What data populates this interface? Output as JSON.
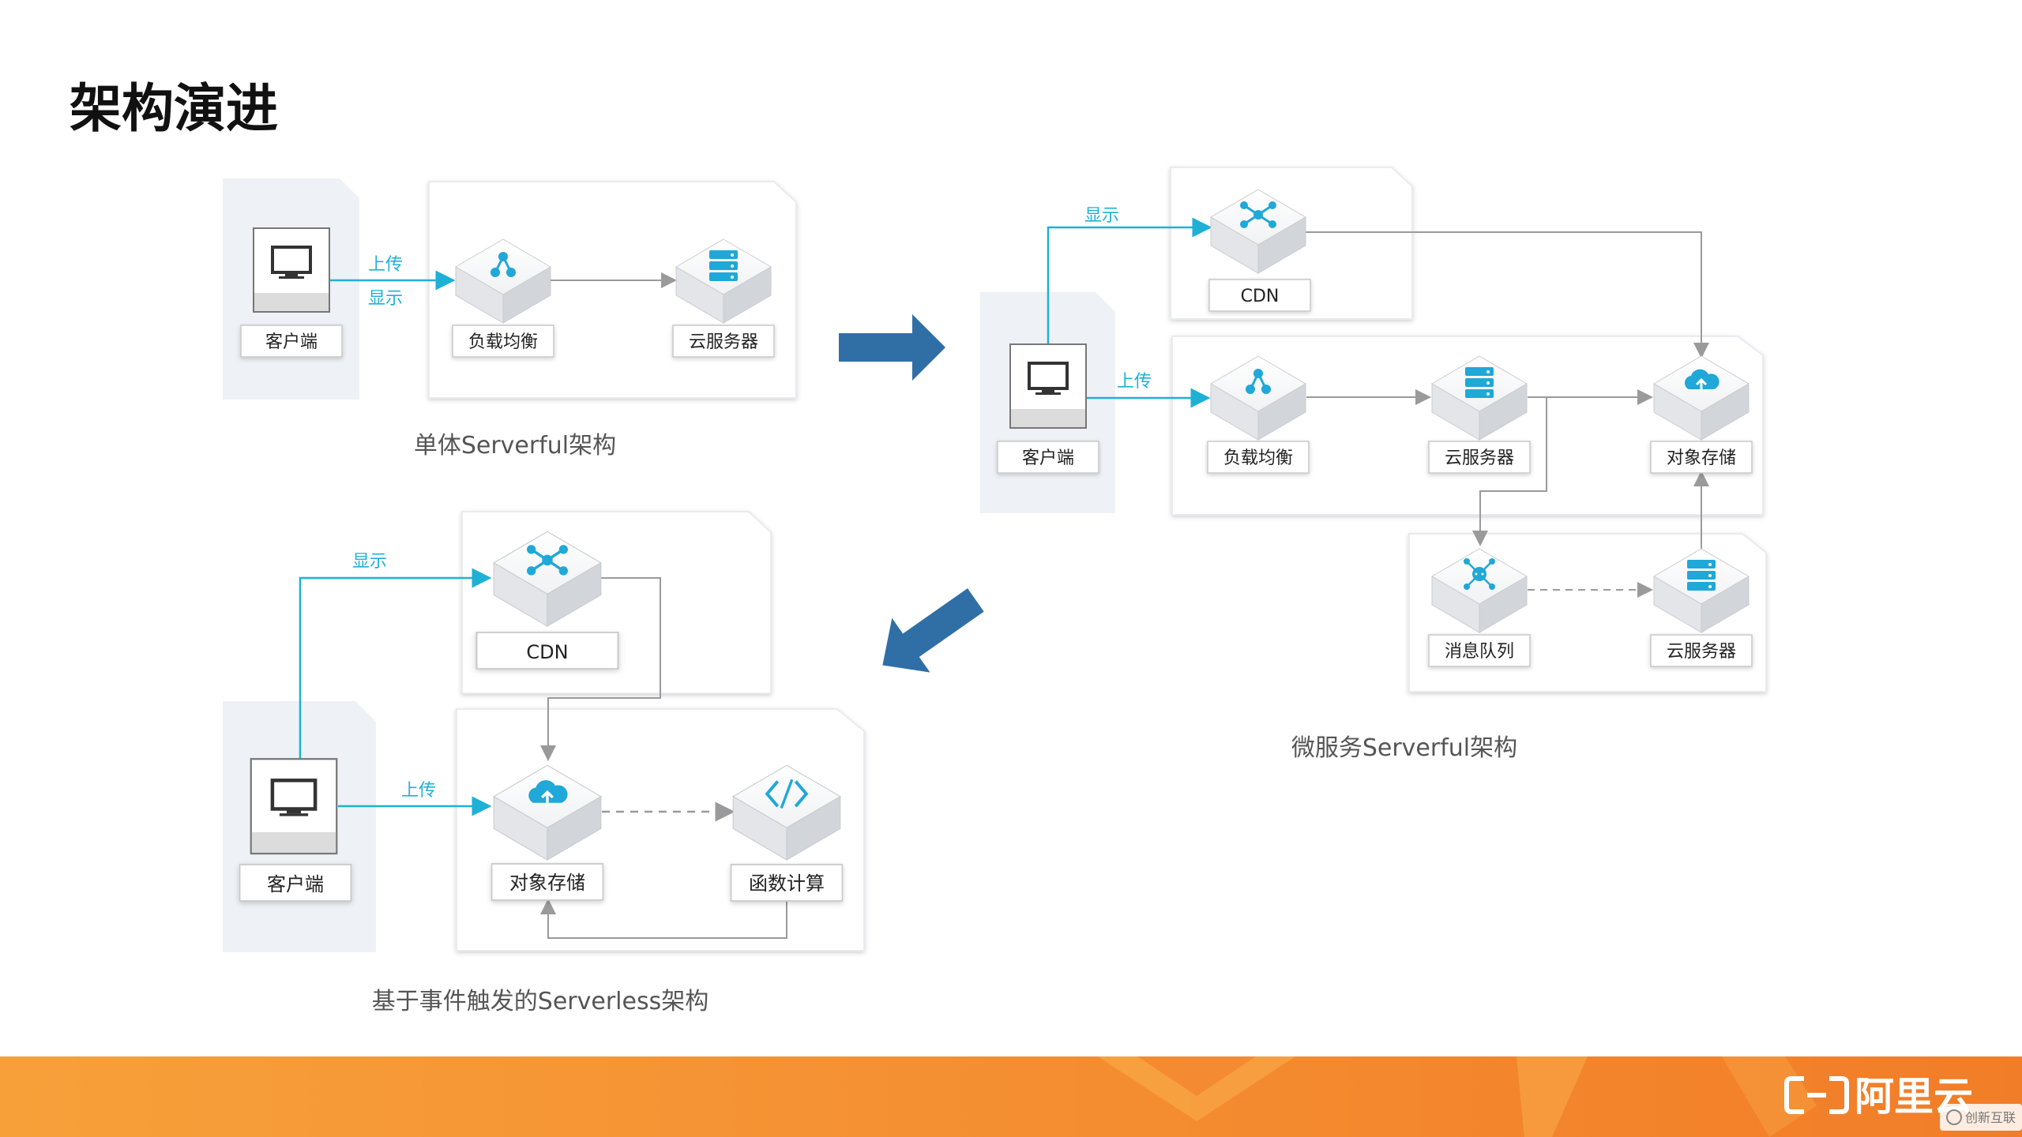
{
  "page_title": "架构演进",
  "sections": {
    "monolith": {
      "caption": "单体Serverful架构",
      "nodes": {
        "client": "客户端",
        "load_balancer": "负载均衡",
        "cloud_server": "云服务器"
      },
      "edges": {
        "upload": "上传",
        "display": "显示"
      }
    },
    "microservice": {
      "caption": "微服务Serverful架构",
      "nodes": {
        "cdn": "CDN",
        "client": "客户端",
        "load_balancer": "负载均衡",
        "cloud_server": "云服务器",
        "object_storage": "对象存储",
        "message_queue": "消息队列",
        "cloud_server_2": "云服务器"
      },
      "edges": {
        "display": "显示",
        "upload": "上传"
      }
    },
    "serverless": {
      "caption": "基于事件触发的Serverless架构",
      "nodes": {
        "cdn": "CDN",
        "client": "客户端",
        "object_storage": "对象存储",
        "function_compute": "函数计算"
      },
      "edges": {
        "display": "显示",
        "upload": "上传"
      }
    }
  },
  "footer": {
    "logo_text": "阿里云",
    "watermark": "创新互联"
  },
  "colors": {
    "accent_cyan": "#1fb0d6",
    "arrow_blue": "#2f6fa6",
    "footer_orange": "#f28a2e",
    "panel_gray": "#eef1f5"
  },
  "icons": {
    "client": "monitor-icon",
    "load_balancer": "load-balancer-icon",
    "cloud_server": "server-stack-icon",
    "cdn": "cdn-network-icon",
    "object_storage": "cloud-upload-icon",
    "message_queue": "message-queue-icon",
    "function_compute": "function-compute-icon"
  }
}
